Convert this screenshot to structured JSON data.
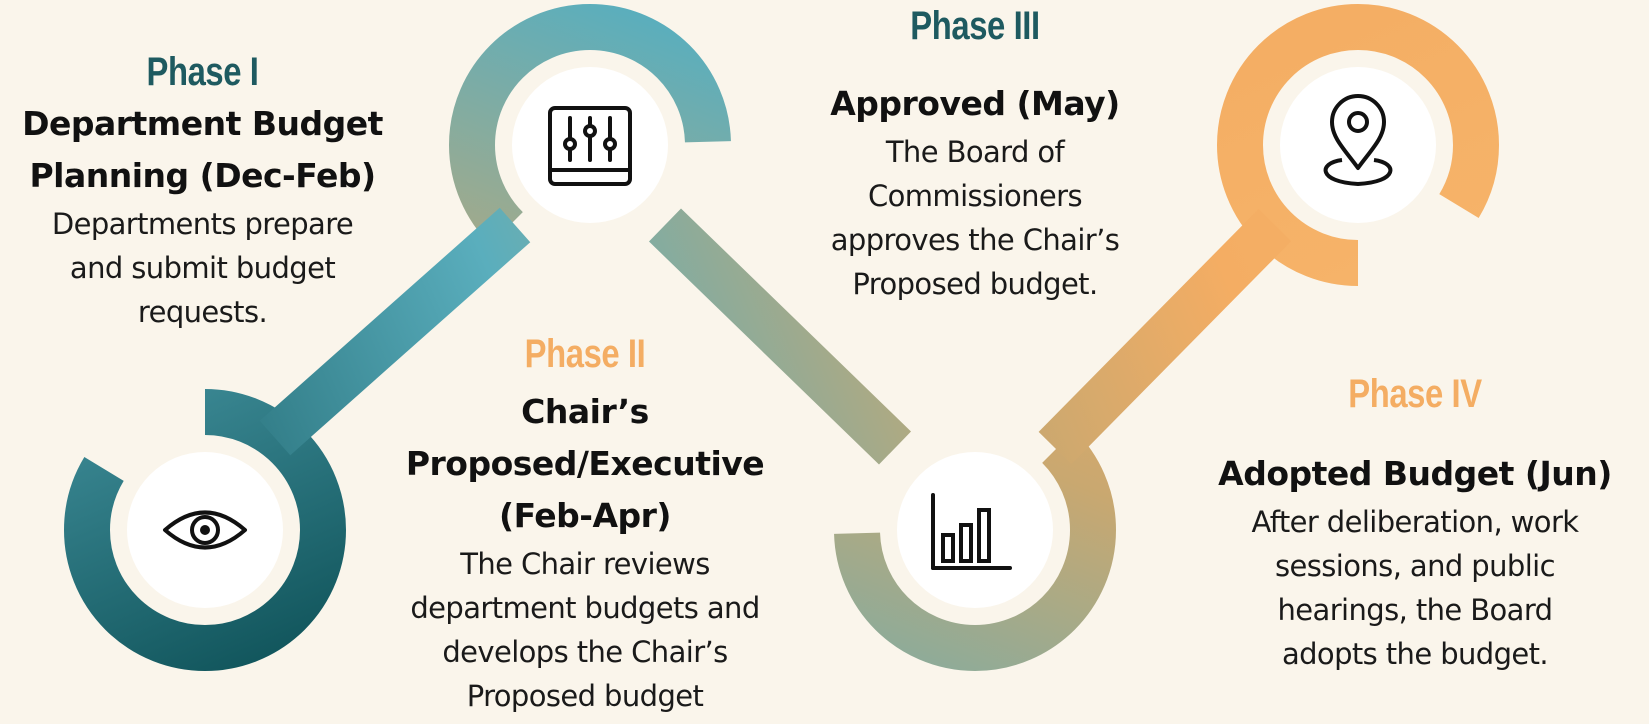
{
  "colors": {
    "background": "#faf5eb",
    "teal_dark": "#0c4f55",
    "teal_light": "#5fb4c4",
    "tan": "#c9a870",
    "orange": "#f4ad63",
    "title_teal": "#1e5a60",
    "title_orange": "#f4ad63"
  },
  "phases": [
    {
      "title": "Phase I",
      "heading": [
        "Department Budget",
        "Planning (Dec-Feb)"
      ],
      "description": [
        "Departments prepare",
        "and submit budget",
        "requests."
      ],
      "icon": "eye-icon"
    },
    {
      "title": "Phase II",
      "heading": [
        "Chair’s",
        "Proposed/Executive",
        "(Feb-Apr)"
      ],
      "description": [
        "The Chair reviews",
        "department budgets and",
        "develops the Chair’s",
        "Proposed budget"
      ],
      "icon": "sliders-icon"
    },
    {
      "title": "Phase III",
      "heading": [
        "Approved (May)"
      ],
      "description": [
        "The Board of",
        "Commissioners",
        "approves the Chair’s",
        "Proposed budget."
      ],
      "icon": "bar-chart-icon"
    },
    {
      "title": "Phase IV",
      "heading": [
        "Adopted Budget (Jun)"
      ],
      "description": [
        "After deliberation, work",
        "sessions, and public",
        "hearings, the Board",
        "adopts the budget."
      ],
      "icon": "location-pin-icon"
    }
  ]
}
